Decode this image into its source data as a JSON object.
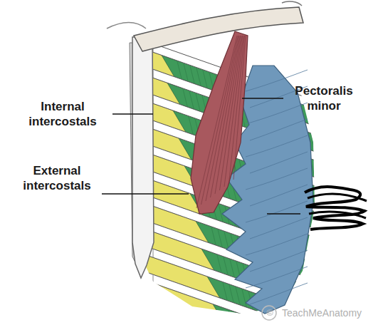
{
  "diagram": {
    "labels": [
      "Internal intercostals",
      "Pectoralis minor",
      "External intercostals",
      "©",
      "TeachMeAnatomy"
    ]
  }
}
